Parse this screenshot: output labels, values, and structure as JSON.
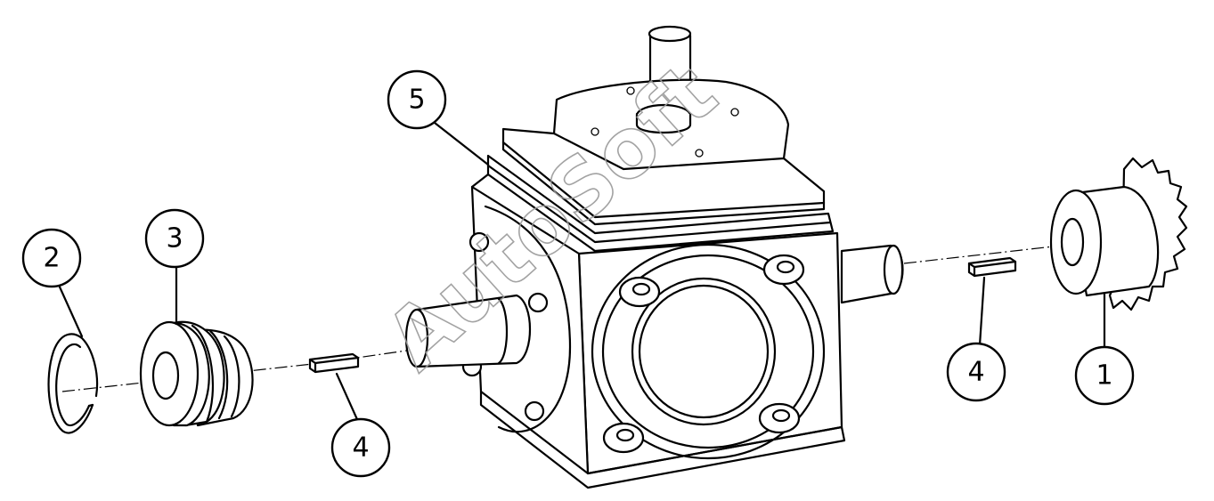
{
  "diagram": {
    "type": "exploded parts diagram",
    "callouts": [
      {
        "id": "callout-1",
        "label": "1"
      },
      {
        "id": "callout-2",
        "label": "2"
      },
      {
        "id": "callout-3",
        "label": "3"
      },
      {
        "id": "callout-4a",
        "label": "4"
      },
      {
        "id": "callout-4b",
        "label": "4"
      },
      {
        "id": "callout-5",
        "label": "5"
      }
    ],
    "watermark": "AutoSoft",
    "colors": {
      "line": "#000000",
      "background": "#ffffff",
      "watermark": "#9a9a9a"
    }
  }
}
